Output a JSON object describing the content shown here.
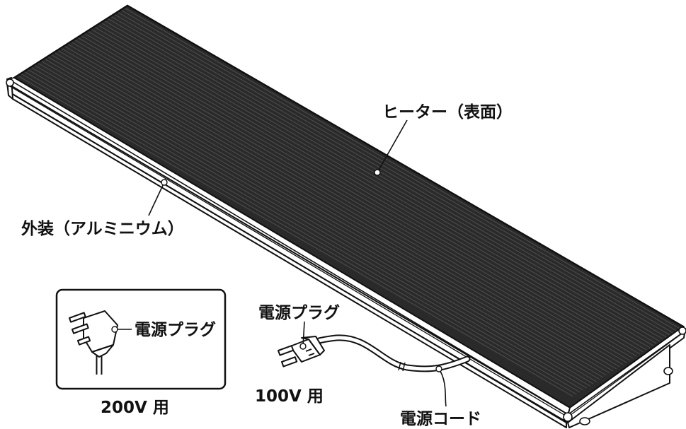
{
  "labels": {
    "heater_surface": "ヒーター（表面）",
    "exterior": "外装（アルミニウム）",
    "plug_200v": "電源プラグ",
    "plug_100v": "電源プラグ",
    "caption_200v": "200V 用",
    "caption_100v": "100V 用",
    "power_cord": "電源コード"
  },
  "colors": {
    "heater_surface": "#2a2a2a",
    "heater_ribs": "#4a4a4a",
    "outline": "#111111",
    "frame": "#ffffff"
  }
}
